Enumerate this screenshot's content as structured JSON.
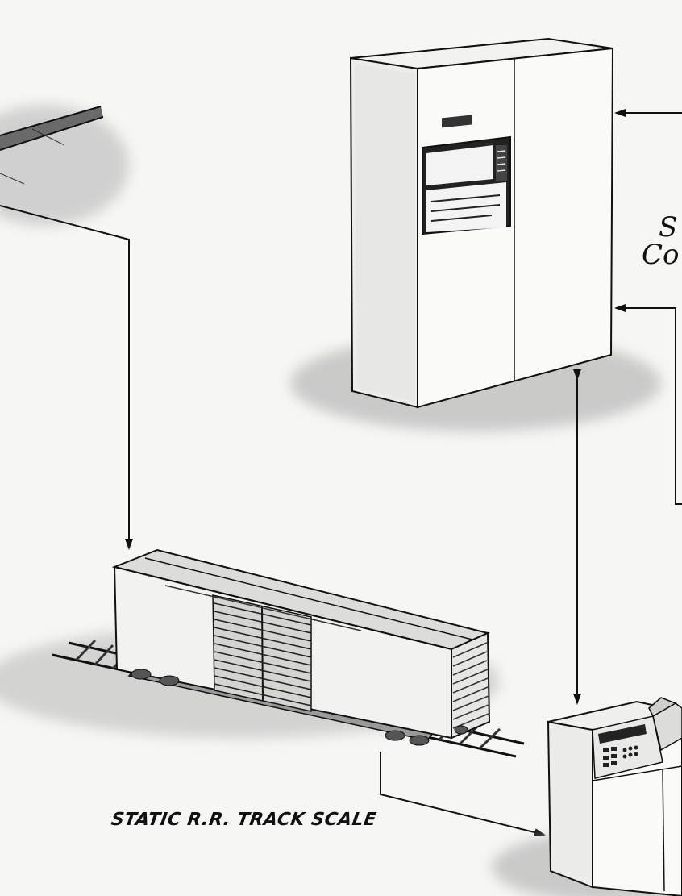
{
  "labels": {
    "track_scale": "STATIC R.R. TRACK SCALE",
    "edge_line_1": "S",
    "edge_line_2": "Co"
  },
  "colors": {
    "paper": "#f6f6f4",
    "ink": "#111111",
    "shadow": "#bdbdbd"
  },
  "icons": {
    "computer_cabinet": "computer-cabinet-icon",
    "boxcar": "railroad-boxcar-icon",
    "terminal": "weighing-terminal-icon",
    "track": "railroad-track-icon"
  }
}
